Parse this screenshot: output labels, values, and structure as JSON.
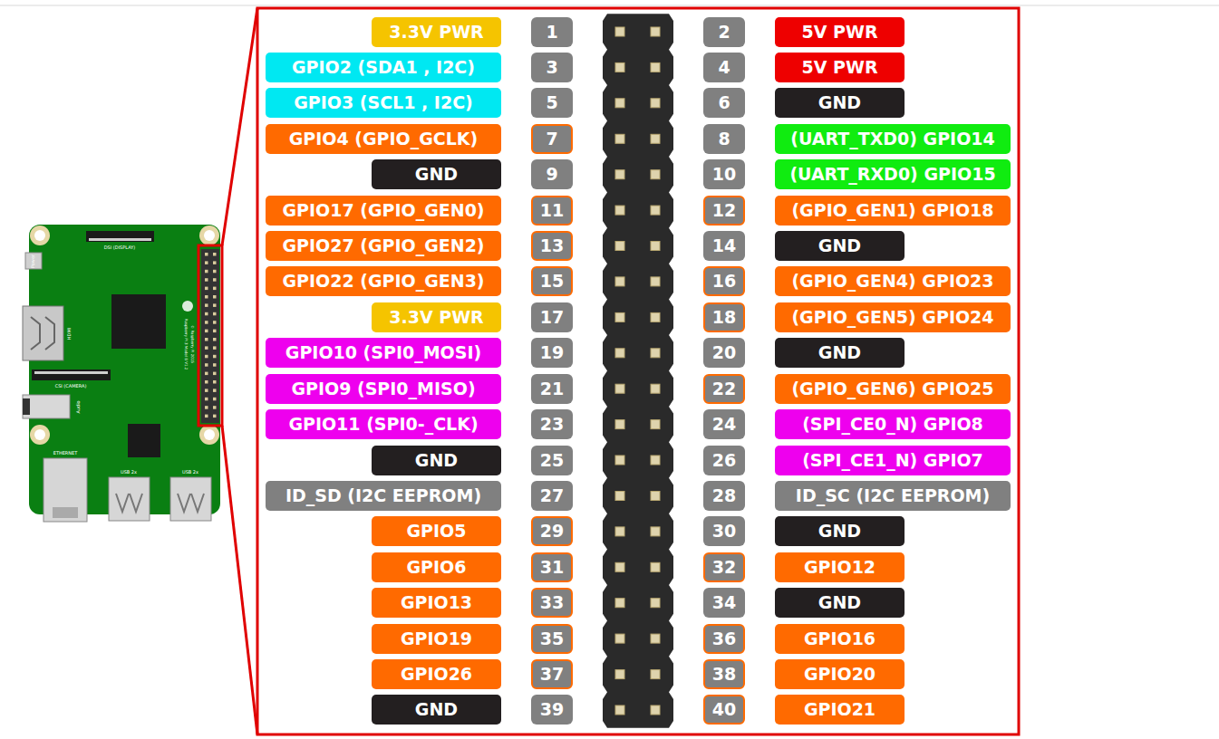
{
  "diagram": {
    "nodes": [
      {
        "text": [
          "3.3V PWR"
        ]
      },
      {
        "text": [
          "1"
        ]
      },
      {
        "text": [
          "2"
        ]
      },
      {
        "text": [
          "5V PWR"
        ]
      },
      {
        "text": [
          "GPIO2 (SDA1 , I2C)"
        ]
      },
      {
        "text": [
          "3"
        ]
      },
      {
        "text": [
          "4"
        ]
      },
      {
        "text": [
          "5V PWR"
        ]
      },
      {
        "text": [
          "GPIO3 (SCL1 , I2C)"
        ]
      },
      {
        "text": [
          "5"
        ]
      },
      {
        "text": [
          "6"
        ]
      },
      {
        "text": [
          "GND"
        ]
      },
      {
        "text": [
          "GPIO4 (GPIO_GCLK)"
        ]
      },
      {
        "text": [
          "7"
        ]
      },
      {
        "text": [
          "8"
        ]
      },
      {
        "text": [
          "(UART_TXD0) GPIO14"
        ]
      },
      {
        "text": [
          "GND"
        ]
      },
      {
        "text": [
          "9"
        ]
      },
      {
        "text": [
          "10"
        ]
      },
      {
        "text": [
          "(UART_RXD0) GPIO15"
        ]
      },
      {
        "text": [
          "GPIO17 (GPIO_GEN0)"
        ]
      },
      {
        "text": [
          "11"
        ]
      },
      {
        "text": [
          "12"
        ]
      },
      {
        "text": [
          "(GPIO_GEN1) GPIO18"
        ]
      },
      {
        "text": [
          "GPIO27 (GPIO_GEN2)"
        ]
      },
      {
        "text": [
          "13"
        ]
      },
      {
        "text": [
          "14"
        ]
      },
      {
        "text": [
          "GND"
        ]
      },
      {
        "text": [
          "GPIO22 (GPIO_GEN3)"
        ]
      },
      {
        "text": [
          "15"
        ]
      },
      {
        "text": [
          "16"
        ]
      },
      {
        "text": [
          "(GPIO_GEN4) GPIO23"
        ]
      },
      {
        "text": [
          "3.3V PWR"
        ]
      },
      {
        "text": [
          "17"
        ]
      },
      {
        "text": [
          "18"
        ]
      },
      {
        "text": [
          "(GPIO_GEN5) GPIO24"
        ]
      },
      {
        "text": [
          "GPIO10 (SPI0_MOSI)"
        ]
      },
      {
        "text": [
          "19"
        ]
      },
      {
        "text": [
          "20"
        ]
      },
      {
        "text": [
          "GND"
        ]
      },
      {
        "text": [
          "GPIO9 (SPI0_MISO)"
        ]
      },
      {
        "text": [
          "21"
        ]
      },
      {
        "text": [
          "22"
        ]
      },
      {
        "text": [
          "(GPIO_GEN6) GPIO25"
        ]
      },
      {
        "text": [
          "GPIO11 (SPI0-_CLK)"
        ]
      },
      {
        "text": [
          "23"
        ]
      },
      {
        "text": [
          "24"
        ]
      },
      {
        "text": [
          "(SPI_CE0_N) GPIO8"
        ]
      },
      {
        "text": [
          "GND"
        ]
      },
      {
        "text": [
          "25"
        ]
      },
      {
        "text": [
          "26"
        ]
      },
      {
        "text": [
          "(SPI_CE1_N) GPIO7"
        ]
      },
      {
        "text": [
          "ID_SD (I2C EEPROM)"
        ]
      },
      {
        "text": [
          "27"
        ]
      },
      {
        "text": [
          "28"
        ]
      },
      {
        "text": [
          "ID_SC (I2C EEPROM)"
        ]
      },
      {
        "text": [
          "GPIO5"
        ]
      },
      {
        "text": [
          "29"
        ]
      },
      {
        "text": [
          "30"
        ]
      },
      {
        "text": [
          "GND"
        ]
      },
      {
        "text": [
          "GPIO6"
        ]
      },
      {
        "text": [
          "31"
        ]
      },
      {
        "text": [
          "32"
        ]
      },
      {
        "text": [
          "GPIO12"
        ]
      },
      {
        "text": [
          "GPIO13"
        ]
      },
      {
        "text": [
          "33"
        ]
      },
      {
        "text": [
          "34"
        ]
      },
      {
        "text": [
          "GND"
        ]
      },
      {
        "text": [
          "GPIO19"
        ]
      },
      {
        "text": [
          "35"
        ]
      },
      {
        "text": [
          "36"
        ]
      },
      {
        "text": [
          "GPIO16"
        ]
      },
      {
        "text": [
          "GPIO26"
        ]
      },
      {
        "text": [
          "37"
        ]
      },
      {
        "text": [
          "38"
        ]
      },
      {
        "text": [
          "GPIO20"
        ]
      },
      {
        "text": [
          "GND"
        ]
      },
      {
        "text": [
          "39"
        ]
      },
      {
        "text": [
          "40"
        ]
      },
      {
        "text": [
          "GPIO21"
        ]
      }
    ],
    "labels": [
      "Power",
      "DSI (DISPLAY)",
      "HDMI",
      "CSI (CAMERA)",
      "Audio",
      "ETHERNET",
      "USB 2x",
      "USB 2x",
      "Raspberry Pi 3 Model B V1.2",
      "© Raspberry Pi 2015"
    ]
  }
}
